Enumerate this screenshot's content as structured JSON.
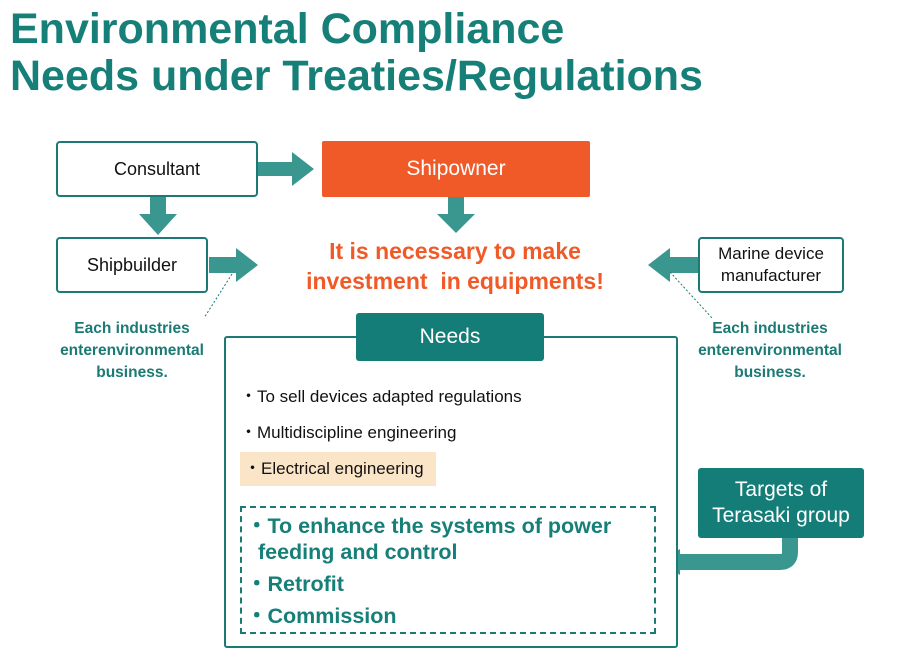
{
  "title": {
    "line1": "Environmental Compliance",
    "line2": "Needs under Treaties/Regulations"
  },
  "nodes": {
    "consultant": "Consultant",
    "shipowner": "Shipowner",
    "shipbuilder": "Shipbuilder",
    "marine_line1": "Marine device",
    "marine_line2": "manufacturer"
  },
  "center_message": {
    "line1": "It is necessary to make",
    "line2": "investment  in equipments!"
  },
  "side_notes": {
    "left": [
      "Each industries",
      "enterenvironmental",
      "business."
    ],
    "right": [
      "Each industries",
      "enterenvironmental",
      "business."
    ]
  },
  "needs": {
    "header": "Needs",
    "items": [
      "・To sell devices adapted regulations",
      "・Multidiscipline engineering",
      "・Electrical engineering"
    ]
  },
  "targets": {
    "label_line1": "Targets of",
    "label_line2": "Terasaki group",
    "items": [
      "・To enhance the systems of power",
      "  feeding and control",
      "・Retrofit",
      "・Commission"
    ]
  },
  "colors": {
    "teal": "#147d78",
    "orange": "#f05a28",
    "highlight": "#fbe5c8"
  }
}
